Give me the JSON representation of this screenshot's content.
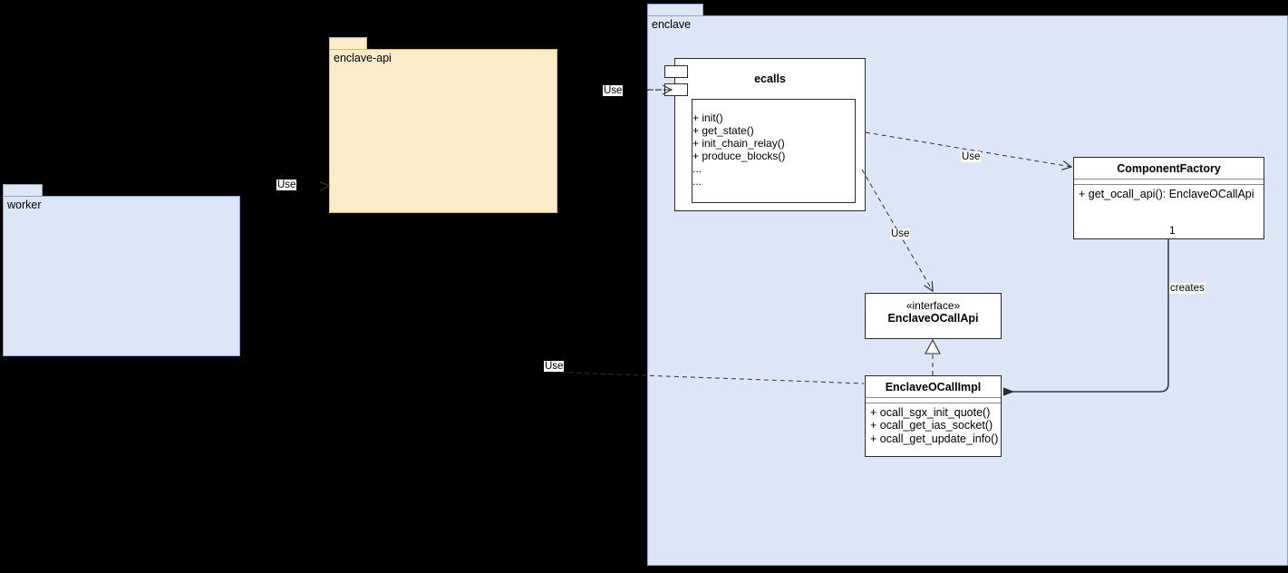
{
  "diagram": {
    "type": "uml-component-diagram",
    "background": "#000000",
    "packages": [
      {
        "id": "worker",
        "name": "worker",
        "fill": "#dce6f7",
        "stroke": "#8aa2c8"
      },
      {
        "id": "enclave-api",
        "name": "enclave-api",
        "fill": "#fcecc9",
        "stroke": "#d6ba7a"
      },
      {
        "id": "enclave",
        "name": "enclave",
        "fill": "#dce6f7",
        "stroke": "#8aa2c8"
      }
    ]
  },
  "ecalls": {
    "name": "ecalls",
    "stereotype": "",
    "operations": [
      "+ init()",
      "+ get_state()",
      "+ init_chain_relay()",
      "+ produce_blocks()",
      "...",
      "..."
    ]
  },
  "component_factory": {
    "name": "ComponentFactory",
    "operations": [
      "+ get_ocall_api(): EnclaveOCallApi"
    ],
    "multiplicity": "1"
  },
  "enclave_ocall_api": {
    "stereotype": "«interface»",
    "name": "EnclaveOCallApi"
  },
  "enclave_ocall_impl": {
    "name": "EnclaveOCallImpl",
    "operations": [
      "+ ocall_sgx_init_quote()",
      "+ ocall_get_ias_socket()",
      "+ ocall_get_update_info()"
    ]
  },
  "edges": {
    "worker_to_enclave_api": "Use",
    "enclave_api_to_ecalls": "Use",
    "ecalls_to_component_factory": "Use",
    "ecalls_to_ocall_api": "Use",
    "worker_to_ocall_impl": "Use",
    "factory_creates_impl": "creates"
  }
}
